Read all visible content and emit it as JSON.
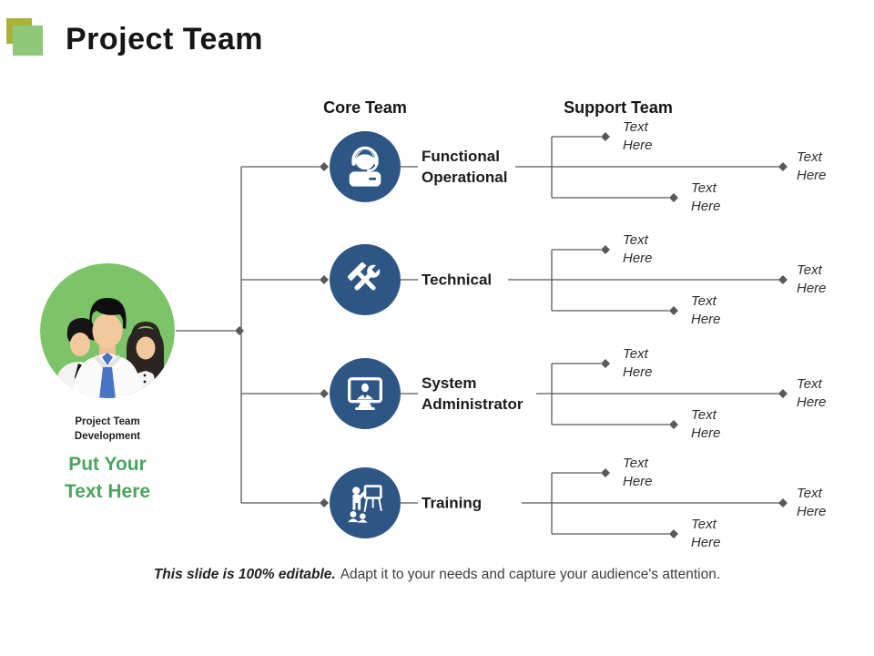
{
  "title": "Project Team",
  "headers": {
    "core": "Core Team",
    "support": "Support Team"
  },
  "left_panel": {
    "caption": [
      "Project Team",
      "Development"
    ],
    "cta": [
      "Put Your",
      "Text Here"
    ]
  },
  "rows": [
    {
      "icon": "headset-agent-icon",
      "label": [
        "Functional",
        "Operational"
      ],
      "branches": {
        "top": [
          "Text",
          "Here"
        ],
        "bottom": [
          "Text",
          "Here"
        ],
        "right": [
          "Text",
          "Here"
        ]
      }
    },
    {
      "icon": "tools-icon",
      "label": [
        "Technical",
        ""
      ],
      "branches": {
        "top": [
          "Text",
          "Here"
        ],
        "bottom": [
          "Text",
          "Here"
        ],
        "right": [
          "Text",
          "Here"
        ]
      }
    },
    {
      "icon": "monitor-user-icon",
      "label": [
        "System",
        "Administrator"
      ],
      "branches": {
        "top": [
          "Text",
          "Here"
        ],
        "bottom": [
          "Text",
          "Here"
        ],
        "right": [
          "Text",
          "Here"
        ]
      }
    },
    {
      "icon": "training-presentation-icon",
      "label": [
        "Training",
        ""
      ],
      "branches": {
        "top": [
          "Text",
          "Here"
        ],
        "bottom": [
          "Text",
          "Here"
        ],
        "right": [
          "Text",
          "Here"
        ]
      }
    }
  ],
  "footer": {
    "bold": "This slide is 100% editable.",
    "regular": "Adapt it to your needs and capture your audience's attention."
  },
  "colors": {
    "node_blue": "#2E5685",
    "accent_green": "#4BA55F",
    "square_olive": "#A9B138",
    "square_green": "#8FC879",
    "photo_green": "#7CC467",
    "line_gray": "#595959",
    "tie_blue": "#4A74C4"
  }
}
